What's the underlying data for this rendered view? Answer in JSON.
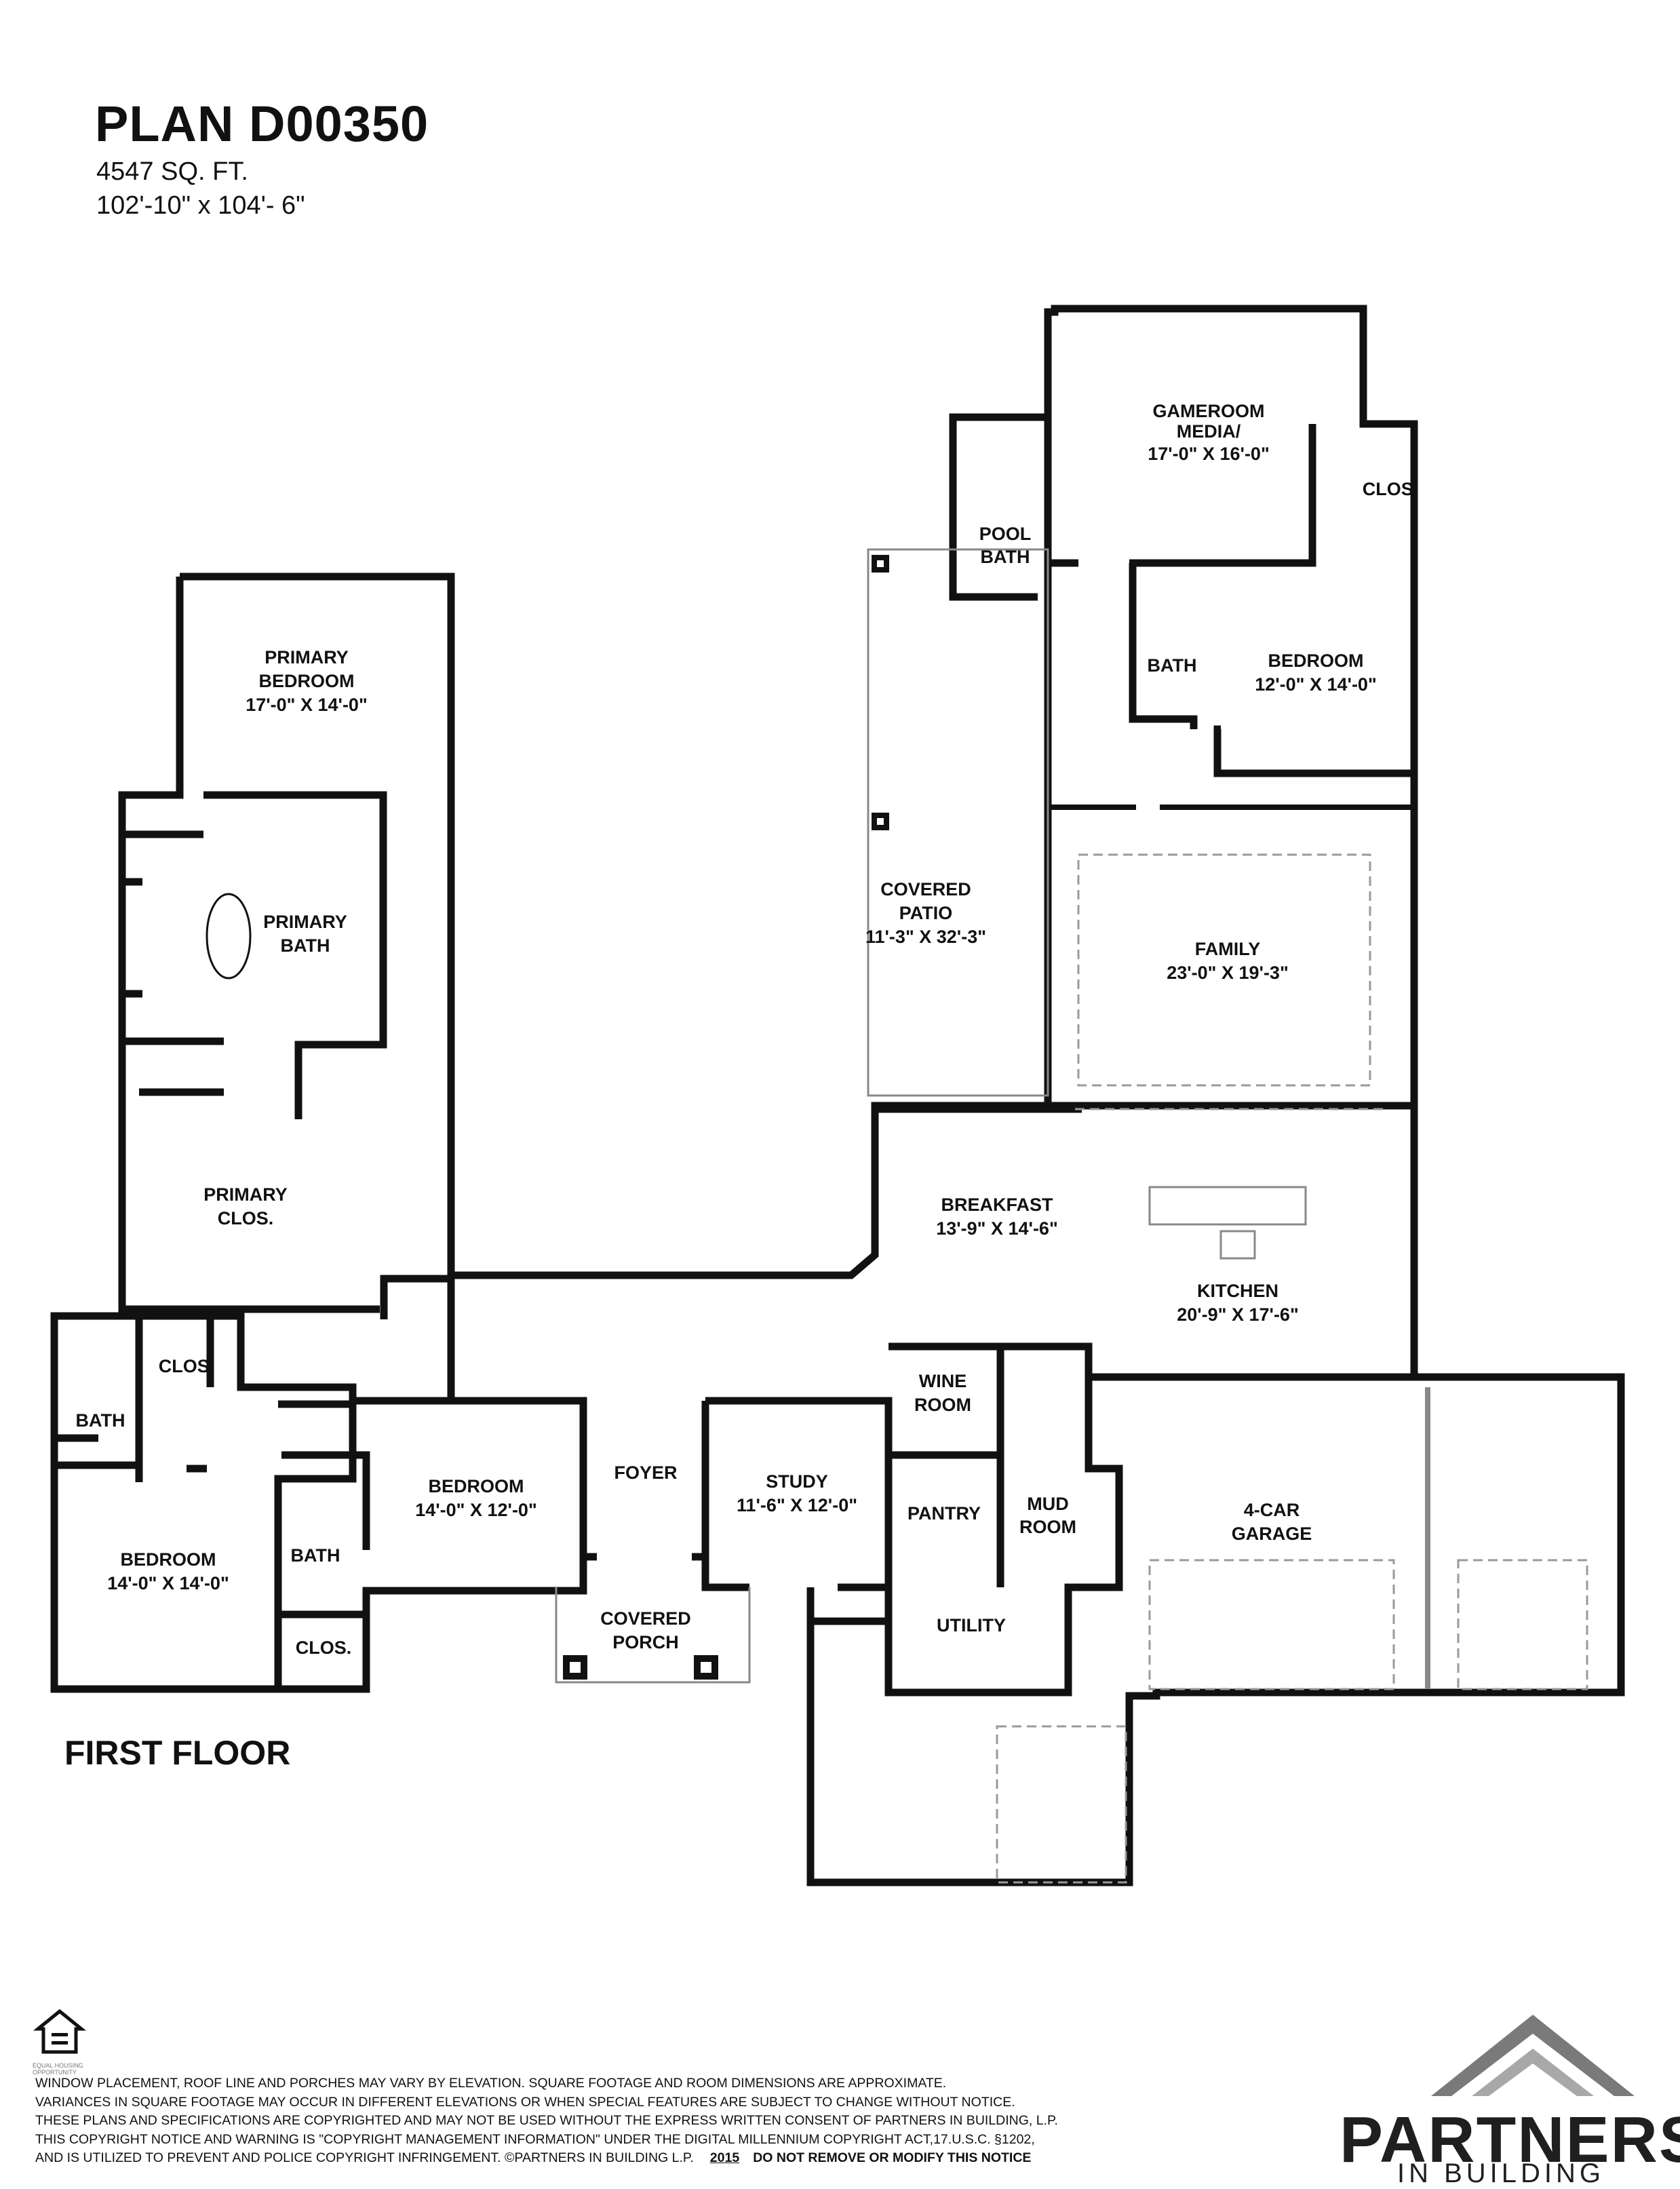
{
  "header": {
    "title": "PLAN D00350",
    "sqft": "4547 SQ. FT.",
    "dimensions": "102'-10\" x 104'- 6\""
  },
  "rooms": {
    "primary_bedroom": {
      "name": "PRIMARY BEDROOM",
      "line1": "PRIMARY",
      "line2": "BEDROOM",
      "size": "17'-0\" X 14'-0\""
    },
    "primary_bath": {
      "line1": "PRIMARY",
      "line2": "BATH"
    },
    "primary_clos": {
      "line1": "PRIMARY",
      "line2": "CLOS."
    },
    "covered_patio": {
      "line1": "COVERED",
      "line2": "PATIO",
      "size": "11'-3\" X 32'-3\""
    },
    "gameroom": {
      "line1": "GAMEROOM",
      "line2": "MEDIA/",
      "size": "17'-0\" X 16'-0\""
    },
    "clos_top": {
      "label": "CLOS."
    },
    "pool_bath": {
      "line1": "POOL",
      "line2": "BATH"
    },
    "bath_right": {
      "label": "BATH"
    },
    "bedroom_right": {
      "line1": "BEDROOM",
      "size": "12'-0\" X 14'-0\""
    },
    "family": {
      "line1": "FAMILY",
      "size": "23'-0\" X 19'-3\""
    },
    "breakfast": {
      "line1": "BREAKFAST",
      "size": "13'-9\" X 14'-6\""
    },
    "kitchen": {
      "line1": "KITCHEN",
      "size": "20'-9\" X 17'-6\""
    },
    "clos_left": {
      "label": "CLOS."
    },
    "bath_left": {
      "label": "BATH"
    },
    "bedroom_left": {
      "line1": "BEDROOM",
      "size": "14'-0\" X 14'-0\""
    },
    "bath_mid": {
      "label": "BATH"
    },
    "clos_mid": {
      "label": "CLOS."
    },
    "bedroom_mid": {
      "line1": "BEDROOM",
      "size": "14'-0\" X 12'-0\""
    },
    "foyer": {
      "label": "FOYER"
    },
    "covered_porch": {
      "line1": "COVERED",
      "line2": "PORCH"
    },
    "study": {
      "line1": "STUDY",
      "size": "11'-6\" X 12'-0\""
    },
    "wine_room": {
      "line1": "WINE",
      "line2": "ROOM"
    },
    "pantry": {
      "label": "PANTRY"
    },
    "mud_room": {
      "line1": "MUD",
      "line2": "ROOM"
    },
    "utility": {
      "label": "UTILITY"
    },
    "garage": {
      "line1": "4-CAR",
      "line2": "GARAGE"
    }
  },
  "floor_label": "FIRST FLOOR",
  "footer": {
    "disclaimer_lines": [
      "WINDOW PLACEMENT, ROOF LINE AND PORCHES MAY VARY BY ELEVATION.  SQUARE FOOTAGE AND ROOM DIMENSIONS ARE APPROXIMATE.",
      "VARIANCES IN SQUARE FOOTAGE MAY OCCUR IN DIFFERENT ELEVATIONS OR  WHEN SPECIAL FEATURES ARE SUBJECT TO CHANGE WITHOUT NOTICE.",
      "THESE PLANS AND SPECIFICATIONS ARE COPYRIGHTED AND MAY NOT BE USED WITHOUT THE EXPRESS WRITTEN CONSENT OF PARTNERS IN BUILDING, L.P.",
      "THIS COPYRIGHT NOTICE AND WARNING IS \"COPYRIGHT MANAGEMENT INFORMATION\" UNDER THE DIGITAL MILLENNIUM COPYRIGHT ACT,17.U.S.C.      §1202,",
      "AND IS UTILIZED TO PREVENT AND POLICE COPYRIGHT INFRINGEMENT.  ©PARTNERS IN BUILDING L.P."
    ],
    "year": "2015",
    "notice": "DO NOT REMOVE OR MODIFY THIS NOTICE",
    "eho_caption": "EQUAL HOUSING OPPORTUNITY"
  },
  "brand": {
    "name": "PARTNERS",
    "sub": "IN BUILDING"
  },
  "colors": {
    "wall": "#111111",
    "dashed": "#9a9a9a",
    "brand_gray": "#7a7a7a"
  }
}
